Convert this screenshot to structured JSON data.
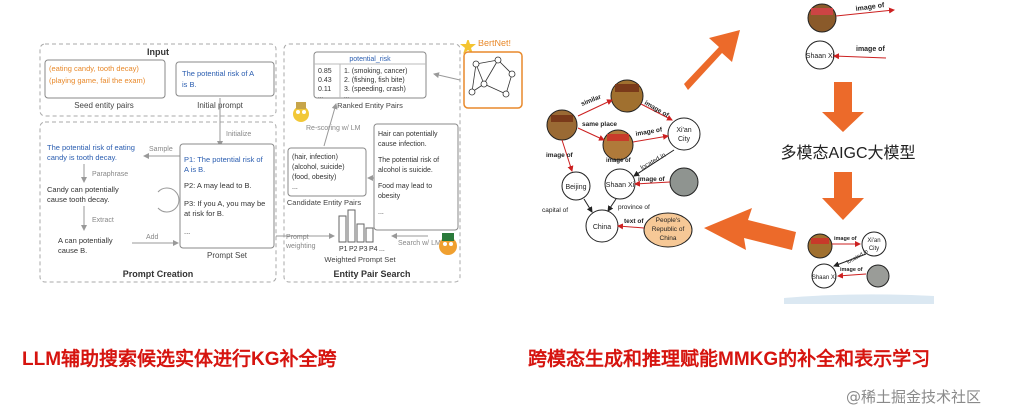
{
  "left": {
    "input_title": "Input",
    "seed_lines": [
      "(eating candy, tooth decay)",
      "(playing game, fail the exam)"
    ],
    "seed_caption": "Seed entity pairs",
    "initial_prompt_text": [
      "The potential risk of A",
      "is B."
    ],
    "initial_prompt_caption": "Initial prompt",
    "initialize_label": "Initialize",
    "sample_label": "Sample",
    "paraphrase_label": "Paraphrase",
    "extract_label": "Extract",
    "add_label": "Add",
    "rescoring_label": "Re-scoring w/ LM",
    "prompt_weighting_label": [
      "Prompt",
      "weighting"
    ],
    "search_label": "Search w/ LM",
    "sample_prompt": [
      "The potential risk of eating",
      "candy is tooth decay."
    ],
    "paraphrased": [
      "Candy can potentially",
      "cause tooth decay."
    ],
    "extracted": [
      "A can potentially",
      "cause B."
    ],
    "prompt_set_items": [
      "P1: The potential risk of",
      "A is B.",
      "P2: A may lead to B.",
      "P3: If you A, you may be",
      "at risk for B.",
      "..."
    ],
    "prompt_set_caption": "Prompt Set",
    "section_prompt_creation": "Prompt Creation",
    "ranked_header": "potential_risk",
    "ranked_scores": [
      "0.85",
      "0.43",
      "0.11",
      "..."
    ],
    "ranked_pairs": [
      "1. (smoking, cancer)",
      "2. (fishing, fish bite)",
      "3. (speeding, crash)",
      "..."
    ],
    "ranked_caption": "Ranked Entity Pairs",
    "candidate_lines": [
      "(hair, infection)",
      "(alcohol, suicide)",
      "(food, obesity)",
      "..."
    ],
    "candidate_caption": "Candidate Entity Pairs",
    "lm_output": [
      "Hair can potentially",
      "cause infection.",
      "The potential risk of",
      "alcohol is suicide.",
      "Food may lead to",
      "obesity",
      "..."
    ],
    "bar_labels": [
      "P1",
      "P2",
      "P3",
      "P4",
      "..."
    ],
    "weighted_caption": "Weighted Prompt Set",
    "section_entity_search": "Entity Pair Search",
    "bertnet_label": "BertNet!"
  },
  "right": {
    "top_labels": [
      "image of",
      "image of",
      "Shaan Xi"
    ],
    "center_title": "多模态AIGC大模型",
    "graph_nodes": [
      "Xi'an City",
      "Shaan Xi",
      "Beijing",
      "China",
      "People's Republic of China"
    ],
    "graph_edges": [
      "similar",
      "same place",
      "image of",
      "image of",
      "image of",
      "located in",
      "image of",
      "image of",
      "capital of",
      "province of",
      "text of"
    ],
    "bottom_nodes": [
      "Xi'an City",
      "Shaan Xi"
    ],
    "bottom_edges": [
      "image of",
      "image of",
      "located in"
    ]
  },
  "captions": {
    "left": "LLM辅助搜索候选实体进行KG补全跨",
    "right": "跨模态生成和推理赋能MMKG的补全和表示学习"
  },
  "watermark": "@稀土掘金技术社区",
  "colors": {
    "caption_red": "#d6140f",
    "blue_text": "#2a5db0",
    "orange_text": "#e8892b",
    "arrow_orange": "#ec6a2a",
    "edge_red": "#cc2020"
  }
}
